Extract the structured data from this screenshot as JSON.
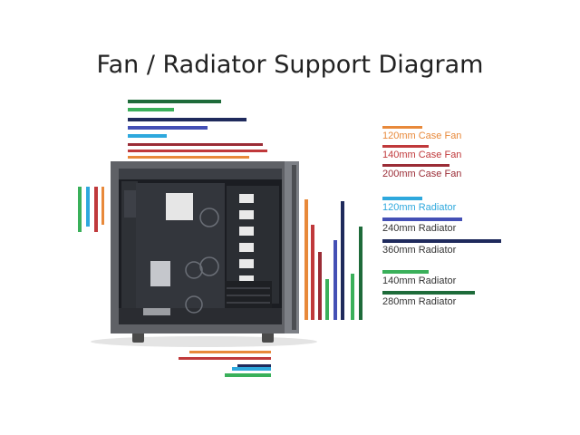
{
  "title": "Fan / Radiator Support Diagram",
  "colors": {
    "fan_120": "#e8893a",
    "fan_140": "#c0393b",
    "fan_200": "#9b2c36",
    "rad_120": "#2ea8dd",
    "rad_240": "#4450b5",
    "rad_360": "#1f2a5c",
    "rad_140": "#3ab05a",
    "rad_280": "#1e6b3a"
  },
  "legend": [
    {
      "id": "fan_120",
      "label": "120mm Case Fan"
    },
    {
      "id": "fan_140",
      "label": "140mm Case Fan"
    },
    {
      "id": "fan_200",
      "label": "200mm Case Fan"
    },
    {
      "id": "rad_120",
      "label": "120mm Radiator"
    },
    {
      "id": "rad_240",
      "label": "240mm Radiator"
    },
    {
      "id": "rad_360",
      "label": "360mm Radiator"
    },
    {
      "id": "rad_140",
      "label": "140mm Radiator"
    },
    {
      "id": "rad_280",
      "label": "280mm Radiator"
    }
  ]
}
